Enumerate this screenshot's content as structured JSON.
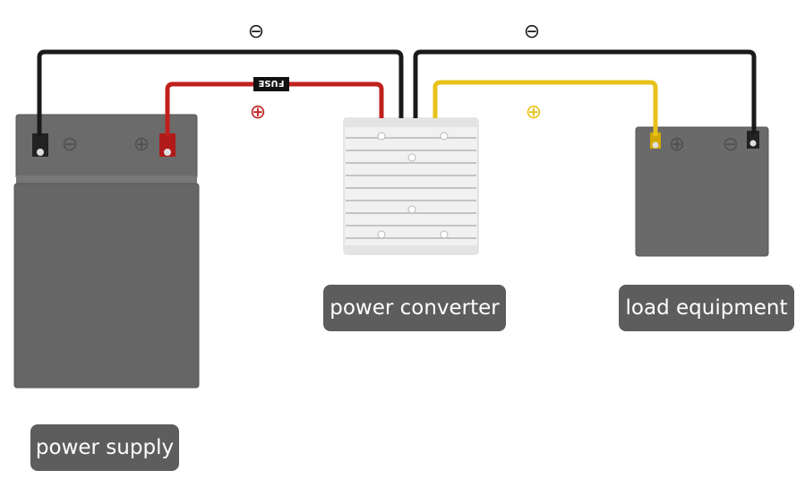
{
  "labels": {
    "power_supply": "power supply",
    "power_converter": "power converter",
    "load_equipment": "load equipment"
  },
  "symbols": {
    "negative": "⊖",
    "positive": "⊕"
  },
  "fuse": {
    "text": "FUSE"
  },
  "colors": {
    "negative_wire": "#1a1a1a",
    "positive_wire_input": "#c0201c",
    "positive_wire_output": "#e8c21a",
    "device_body": "#6a6a6a",
    "label_background": "#5d5d5d"
  }
}
